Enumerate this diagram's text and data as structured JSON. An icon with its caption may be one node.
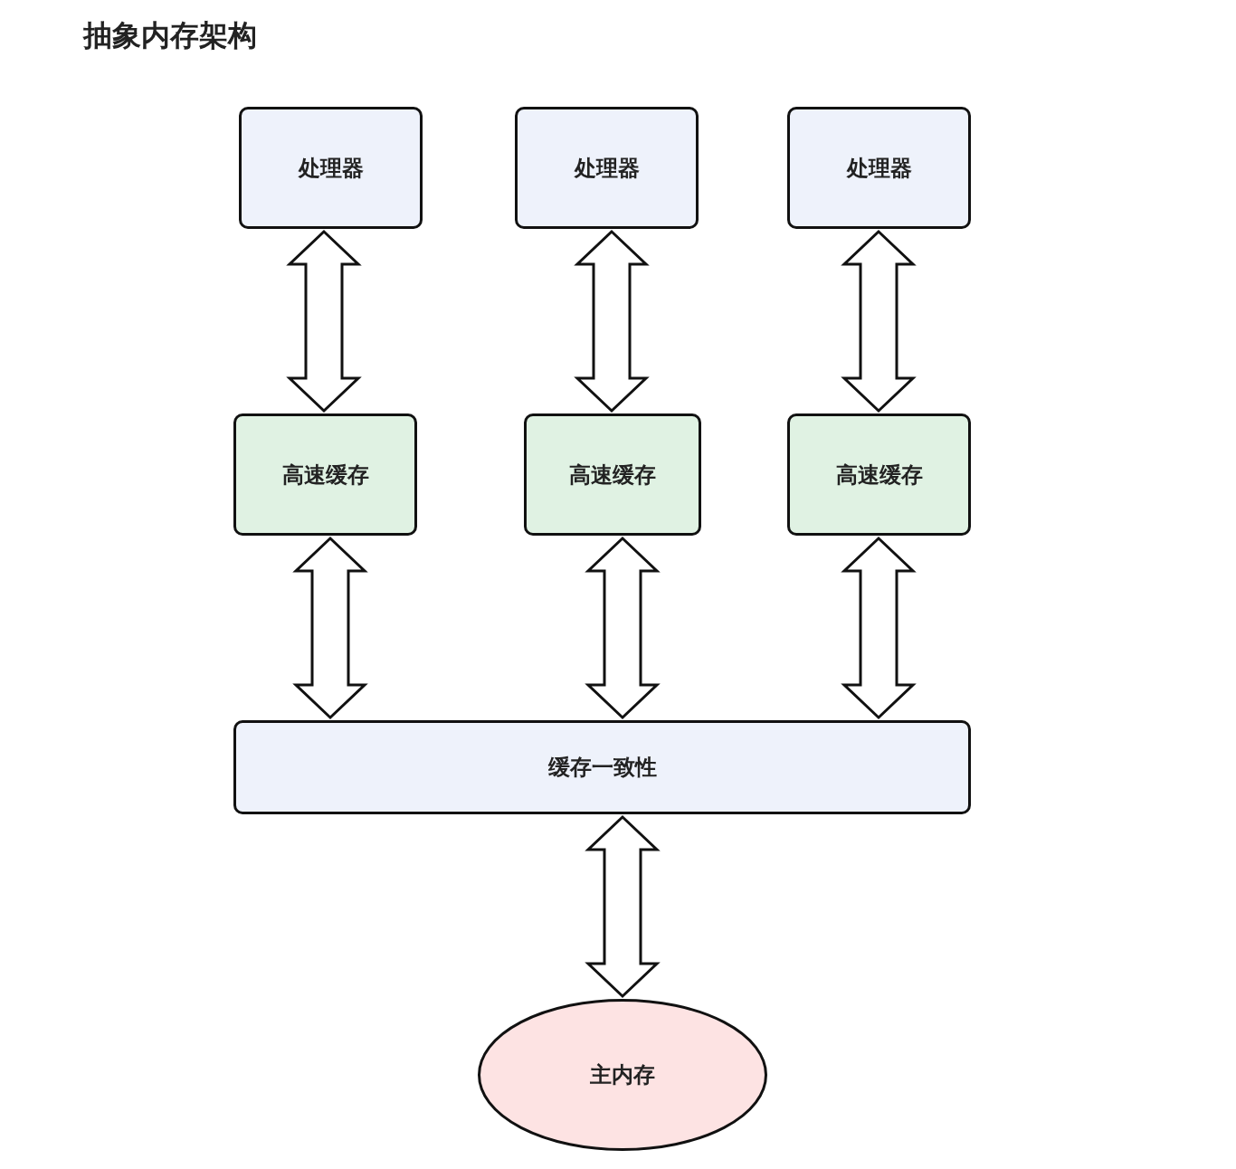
{
  "diagram": {
    "title": "抽象内存架构",
    "nodes": [
      {
        "text": [
          "处理器"
        ]
      },
      {
        "text": [
          "处理器"
        ]
      },
      {
        "text": [
          "处理器"
        ]
      },
      {
        "text": [
          "高速缓存"
        ]
      },
      {
        "text": [
          "高速缓存"
        ]
      },
      {
        "text": [
          "高速缓存"
        ]
      },
      {
        "text": [
          "缓存一致性"
        ]
      },
      {
        "text": [
          "主内存"
        ]
      }
    ],
    "edges": [
      {
        "from": 0,
        "to": 3,
        "arrow": "both"
      },
      {
        "from": 1,
        "to": 4,
        "arrow": "both"
      },
      {
        "from": 2,
        "to": 5,
        "arrow": "both"
      },
      {
        "from": 3,
        "to": 6,
        "arrow": "both"
      },
      {
        "from": 4,
        "to": 6,
        "arrow": "both"
      },
      {
        "from": 5,
        "to": 6,
        "arrow": "both"
      },
      {
        "from": 6,
        "to": 7,
        "arrow": "both"
      }
    ]
  }
}
